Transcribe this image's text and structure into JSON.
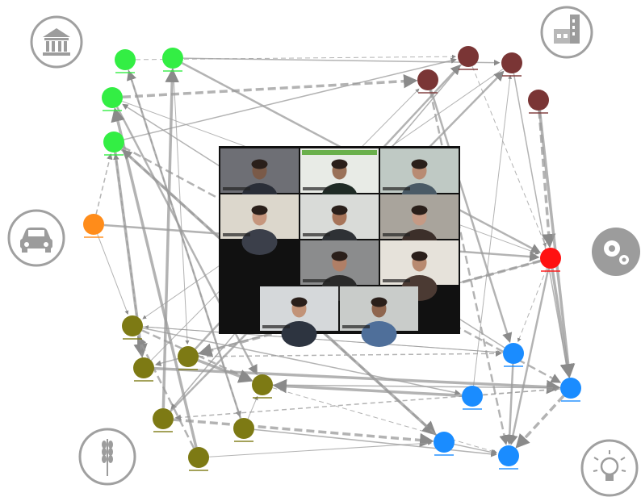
{
  "colors": {
    "green": "#33ee44",
    "brown": "#7a3535",
    "orange": "#ff8c1a",
    "red": "#ff1111",
    "olive": "#7d7a14",
    "blue": "#1a8cff",
    "edge": "#9a9a9a",
    "sector_icon": "#9c9c9c",
    "video_frame": "#111111"
  },
  "sector_icons": [
    {
      "id": "government",
      "icon": "bank-icon"
    },
    {
      "id": "industry",
      "icon": "factory-icon"
    },
    {
      "id": "transport",
      "icon": "car-icon"
    },
    {
      "id": "engineering",
      "icon": "gears-icon"
    },
    {
      "id": "agriculture",
      "icon": "wheat-icon"
    },
    {
      "id": "energy",
      "icon": "lightbulb-icon"
    }
  ],
  "nodes": [
    {
      "id": "g1",
      "group": "green"
    },
    {
      "id": "g2",
      "group": "green"
    },
    {
      "id": "g3",
      "group": "green"
    },
    {
      "id": "g4",
      "group": "green"
    },
    {
      "id": "b1",
      "group": "brown"
    },
    {
      "id": "b2",
      "group": "brown"
    },
    {
      "id": "b3",
      "group": "brown"
    },
    {
      "id": "b4",
      "group": "brown"
    },
    {
      "id": "o1",
      "group": "orange"
    },
    {
      "id": "r1",
      "group": "red"
    },
    {
      "id": "v1",
      "group": "olive"
    },
    {
      "id": "v2",
      "group": "olive"
    },
    {
      "id": "v3",
      "group": "olive"
    },
    {
      "id": "v4",
      "group": "olive"
    },
    {
      "id": "v5",
      "group": "olive"
    },
    {
      "id": "v6",
      "group": "olive"
    },
    {
      "id": "v7",
      "group": "olive"
    },
    {
      "id": "u1",
      "group": "blue"
    },
    {
      "id": "u2",
      "group": "blue"
    },
    {
      "id": "u3",
      "group": "blue"
    },
    {
      "id": "u4",
      "group": "blue"
    },
    {
      "id": "u5",
      "group": "blue"
    }
  ],
  "edges": [
    [
      "g2",
      "b1"
    ],
    [
      "g1",
      "b2"
    ],
    [
      "g1",
      "r1"
    ],
    [
      "g3",
      "b3"
    ],
    [
      "g3",
      "r1"
    ],
    [
      "g4",
      "b1"
    ],
    [
      "g4",
      "u2"
    ],
    [
      "g4",
      "v2"
    ],
    [
      "g1",
      "v3"
    ],
    [
      "g2",
      "v6"
    ],
    [
      "g3",
      "v4"
    ],
    [
      "g4",
      "u4"
    ],
    [
      "b1",
      "r1"
    ],
    [
      "b2",
      "u2"
    ],
    [
      "b3",
      "u1"
    ],
    [
      "b4",
      "r1"
    ],
    [
      "b2",
      "v1"
    ],
    [
      "b1",
      "v5"
    ],
    [
      "b3",
      "u5"
    ],
    [
      "b4",
      "u2"
    ],
    [
      "o1",
      "v1"
    ],
    [
      "o1",
      "g4"
    ],
    [
      "o1",
      "r1"
    ],
    [
      "r1",
      "u2"
    ],
    [
      "r1",
      "u1"
    ],
    [
      "r1",
      "v2"
    ],
    [
      "r1",
      "u5"
    ],
    [
      "r1",
      "v3"
    ],
    [
      "v1",
      "u1"
    ],
    [
      "v1",
      "u3"
    ],
    [
      "v1",
      "v4"
    ],
    [
      "v2",
      "u2"
    ],
    [
      "v2",
      "b3"
    ],
    [
      "v3",
      "u1"
    ],
    [
      "v3",
      "b1"
    ],
    [
      "v3",
      "v4"
    ],
    [
      "v4",
      "u5"
    ],
    [
      "v4",
      "u2"
    ],
    [
      "v5",
      "b2"
    ],
    [
      "v5",
      "u4"
    ],
    [
      "v6",
      "v4"
    ],
    [
      "v6",
      "u5"
    ],
    [
      "v7",
      "v1"
    ],
    [
      "v7",
      "g3"
    ],
    [
      "v7",
      "u4"
    ],
    [
      "v2",
      "g4"
    ],
    [
      "v6",
      "g2"
    ],
    [
      "v5",
      "g1"
    ],
    [
      "u3",
      "u2"
    ],
    [
      "u4",
      "u5"
    ],
    [
      "u1",
      "u5"
    ],
    [
      "u2",
      "u5"
    ],
    [
      "u3",
      "b2"
    ],
    [
      "u1",
      "g3"
    ],
    [
      "u4",
      "g4"
    ],
    [
      "u3",
      "v4"
    ],
    [
      "u1",
      "v1"
    ],
    [
      "u2",
      "v5"
    ]
  ],
  "video_call": {
    "tiles": [
      {
        "id": "p1",
        "row": 0,
        "col": 0,
        "bg": "#6e6f75",
        "face": "#7a5a48",
        "shirt": "#2a2e38"
      },
      {
        "id": "p2",
        "row": 0,
        "col": 1,
        "bg": "#e8ebe6",
        "face": "#9a7158",
        "shirt": "#1f2b25",
        "screen_share": true
      },
      {
        "id": "p3",
        "row": 0,
        "col": 2,
        "bg": "#bfc9c4",
        "face": "#b88b73",
        "shirt": "#4a5a66"
      },
      {
        "id": "p4",
        "row": 1,
        "col": 0,
        "bg": "#dcd7cc",
        "face": "#c6967d",
        "shirt": "#3b3f4a"
      },
      {
        "id": "p5",
        "row": 1,
        "col": 1,
        "bg": "#d9dbd8",
        "face": "#a77459",
        "shirt": "#2e3135"
      },
      {
        "id": "p6",
        "row": 1,
        "col": 2,
        "bg": "#a9a49c",
        "face": "#c59a85",
        "shirt": "#3c2f2a"
      },
      {
        "id": "p7",
        "row": 2,
        "col": 1,
        "bg": "#8b8c8d",
        "face": "#b07f66",
        "shirt": "#2a2a2a"
      },
      {
        "id": "p8",
        "row": 2,
        "col": 2,
        "bg": "#e6e2da",
        "face": "#b88a70",
        "shirt": "#4b3a33"
      },
      {
        "id": "p9",
        "row": 3,
        "col": 0,
        "bg": "#d5d8da",
        "face": "#c29378",
        "shirt": "#2d3440"
      },
      {
        "id": "p10",
        "row": 3,
        "col": 1,
        "bg": "#c9ccca",
        "face": "#8f664f",
        "shirt": "#4f6f9a"
      }
    ]
  }
}
